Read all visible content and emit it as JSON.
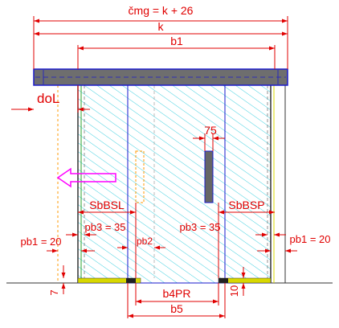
{
  "dimensions": {
    "cmg": "čmg = k + 26",
    "k": "k",
    "b1": "b1",
    "doL": "doL",
    "d75": "75",
    "sbbsl": "SbBSL",
    "sbbsp": "SbBSP",
    "pb3_left": "pb3 = 35",
    "pb3_right": "pb3 = 35",
    "pb2": "pb2",
    "pb1_left": "pb1 = 20",
    "pb1_right": "pb1 = 20",
    "d7": "7",
    "d10": "10",
    "b4pr": "b4PR",
    "b5": "b5"
  },
  "colors": {
    "dimension": "#e00000",
    "glass": "#40d0e0",
    "frame": "#1a1acc",
    "rail": "#6e6e6e",
    "handle": "#666666",
    "arrow": "#ff00ff",
    "track": "#d8d800",
    "guide": "#ff9900"
  },
  "icons": {
    "direction": "slide-left-arrow-icon"
  }
}
